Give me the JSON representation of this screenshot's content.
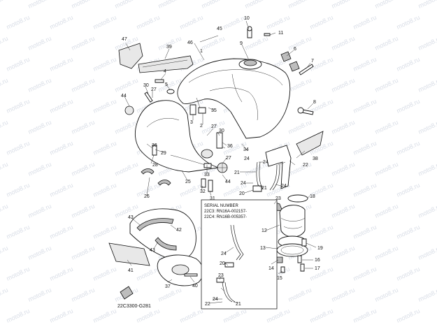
{
  "watermark": "moto8.ru",
  "serial_box": {
    "title": "SERIAL NUMBER",
    "line1": "22C3: RN16A-002157-",
    "line2": "22C4: RN16B-005357-"
  },
  "diagram_code": "22C3300-G281",
  "callouts": [
    {
      "id": "c1",
      "label": "1"
    },
    {
      "id": "c2",
      "label": "2"
    },
    {
      "id": "c3",
      "label": "3"
    },
    {
      "id": "c4",
      "label": "4"
    },
    {
      "id": "c5",
      "label": "5"
    },
    {
      "id": "c6",
      "label": "6"
    },
    {
      "id": "c7",
      "label": "7"
    },
    {
      "id": "c8",
      "label": "8"
    },
    {
      "id": "c9",
      "label": "9"
    },
    {
      "id": "c10",
      "label": "10"
    },
    {
      "id": "c11",
      "label": "11"
    },
    {
      "id": "c12",
      "label": "12"
    },
    {
      "id": "c13",
      "label": "13"
    },
    {
      "id": "c14",
      "label": "14"
    },
    {
      "id": "c15",
      "label": "15"
    },
    {
      "id": "c16",
      "label": "16"
    },
    {
      "id": "c17",
      "label": "17"
    },
    {
      "id": "c18",
      "label": "18"
    },
    {
      "id": "c19",
      "label": "19"
    },
    {
      "id": "c20",
      "label": "20"
    },
    {
      "id": "c20b",
      "label": "20"
    },
    {
      "id": "c21",
      "label": "21"
    },
    {
      "id": "c21b",
      "label": "21"
    },
    {
      "id": "c21c",
      "label": "21"
    },
    {
      "id": "c22",
      "label": "22"
    },
    {
      "id": "c22b",
      "label": "22"
    },
    {
      "id": "c23",
      "label": "23"
    },
    {
      "id": "c23b",
      "label": "23"
    },
    {
      "id": "c24",
      "label": "24"
    },
    {
      "id": "c24b",
      "label": "24"
    },
    {
      "id": "c24c",
      "label": "24"
    },
    {
      "id": "c24d",
      "label": "24"
    },
    {
      "id": "c24e",
      "label": "24"
    },
    {
      "id": "c24f",
      "label": "24"
    },
    {
      "id": "c25",
      "label": "25"
    },
    {
      "id": "c26",
      "label": "26"
    },
    {
      "id": "c27",
      "label": "27"
    },
    {
      "id": "c27b",
      "label": "27"
    },
    {
      "id": "c27c",
      "label": "27"
    },
    {
      "id": "c28",
      "label": "28"
    },
    {
      "id": "c29",
      "label": "29"
    },
    {
      "id": "c30",
      "label": "30"
    },
    {
      "id": "c30b",
      "label": "30"
    },
    {
      "id": "c31",
      "label": "31"
    },
    {
      "id": "c32",
      "label": "32"
    },
    {
      "id": "c33",
      "label": "33"
    },
    {
      "id": "c34",
      "label": "34"
    },
    {
      "id": "c35",
      "label": "35"
    },
    {
      "id": "c36",
      "label": "36"
    },
    {
      "id": "c36b",
      "label": "36"
    },
    {
      "id": "c37",
      "label": "37"
    },
    {
      "id": "c38",
      "label": "38"
    },
    {
      "id": "c39",
      "label": "39"
    },
    {
      "id": "c40",
      "label": "40"
    },
    {
      "id": "c41",
      "label": "41"
    },
    {
      "id": "c42",
      "label": "42"
    },
    {
      "id": "c43",
      "label": "43"
    },
    {
      "id": "c43b",
      "label": "43"
    },
    {
      "id": "c44",
      "label": "44"
    },
    {
      "id": "c44b",
      "label": "44"
    },
    {
      "id": "c45",
      "label": "45"
    },
    {
      "id": "c46",
      "label": "46"
    },
    {
      "id": "c47",
      "label": "47"
    }
  ]
}
